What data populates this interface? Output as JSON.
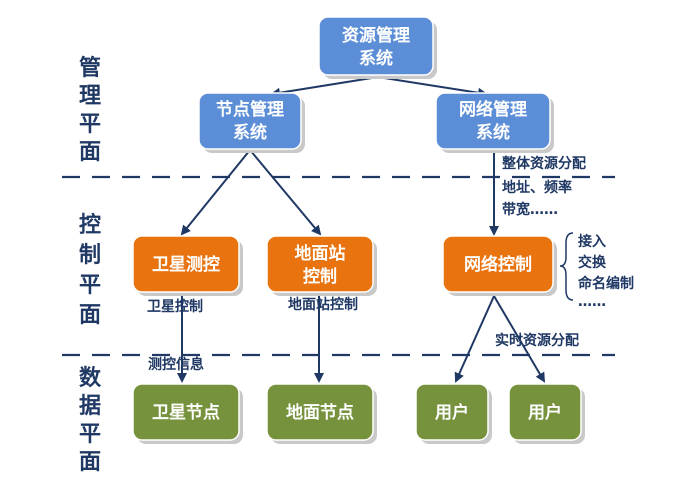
{
  "planes": {
    "management": [
      "管",
      "理",
      "平",
      "面"
    ],
    "control": [
      "控",
      "制",
      "平",
      "面"
    ],
    "data": [
      "数",
      "据",
      "平",
      "面"
    ]
  },
  "nodes": {
    "resource_mgmt": [
      "资源管理",
      "系统"
    ],
    "node_mgmt": [
      "节点管理",
      "系统"
    ],
    "network_mgmt": [
      "网络管理",
      "系统"
    ],
    "satellite_tc": [
      "卫星测控"
    ],
    "ground_station_ctrl": [
      "地面站",
      "控制"
    ],
    "network_ctrl": [
      "网络控制"
    ],
    "satellite_node": [
      "卫星节点"
    ],
    "ground_node": [
      "地面节点"
    ],
    "user1": [
      "用户"
    ],
    "user2": [
      "用户"
    ]
  },
  "annotations": {
    "overall_alloc": [
      "整体资源分配",
      "地址、频率",
      "带宽……"
    ],
    "network_functions": [
      "接入",
      "交换",
      "命名编制",
      "……"
    ],
    "satellite_control": "卫星控制",
    "ground_station_control": "地面站控制",
    "tc_info": "测控信息",
    "realtime_alloc": "实时资源分配"
  },
  "colors": {
    "management_box": "#5b8ed6",
    "control_box": "#e8730f",
    "data_box": "#76923c",
    "text_dark": "#1f3864"
  }
}
